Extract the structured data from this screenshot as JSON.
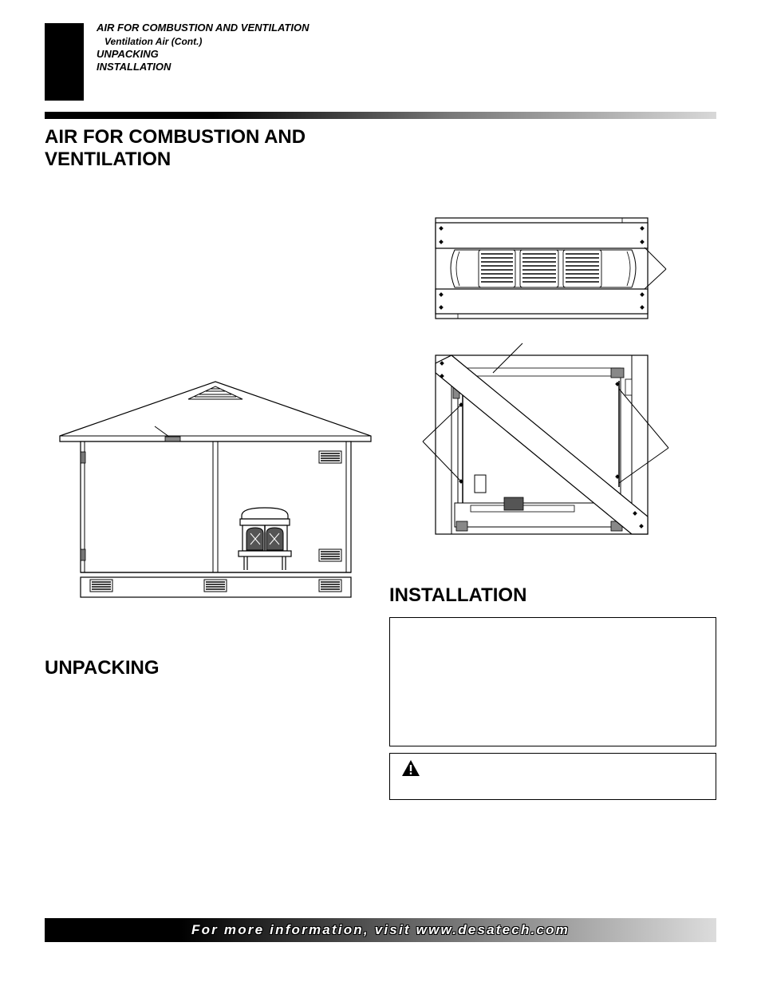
{
  "header": {
    "toc": [
      "AIR FOR COMBUSTION AND VENTILATION",
      "Ventilation Air (Cont.)",
      "UNPACKING",
      "INSTALLATION"
    ]
  },
  "sections": {
    "air_heading_line1": "AIR FOR COMBUSTION AND",
    "air_heading_line2": "VENTILATION",
    "unpacking_heading": "UNPACKING",
    "installation_heading": "INSTALLATION"
  },
  "footer": {
    "text": "For more information, visit www.desatech.com"
  },
  "icons": {
    "warning": "warning-triangle-icon"
  }
}
